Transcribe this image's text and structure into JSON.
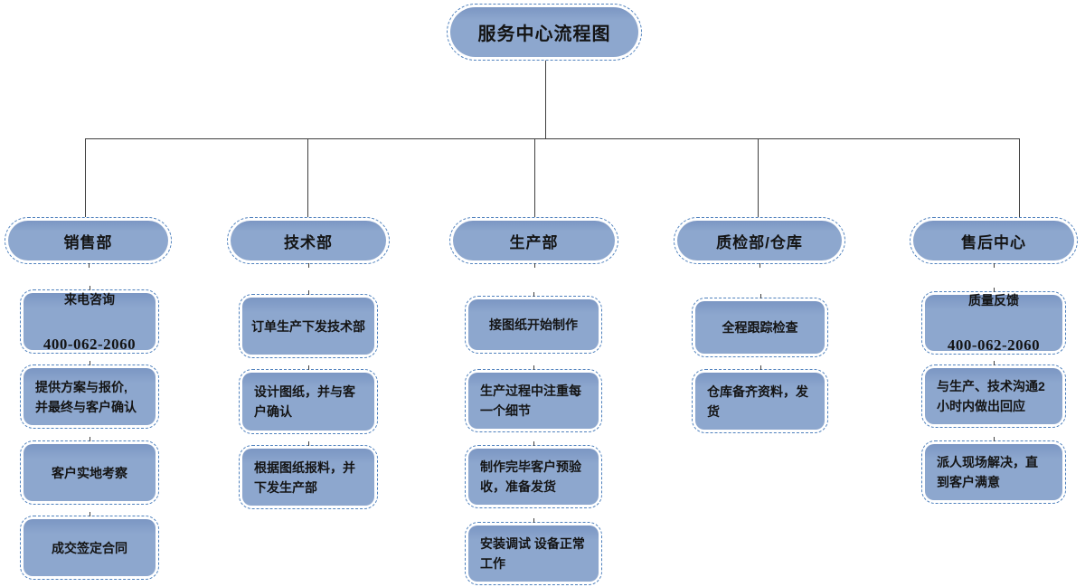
{
  "title": "服务中心流程图",
  "colors": {
    "node_fill": "#8da7ce",
    "node_fill_dark": "#7b96c3",
    "dash_color": "#4f81bd",
    "line_color": "#3f3f3f"
  },
  "columns": [
    {
      "header": "销售部",
      "items": [
        {
          "label": "来电咨询",
          "phone": "400-062-2060"
        },
        {
          "text": "提供方案与报价,\n并最终与客户确认"
        },
        {
          "text": "客户实地考察"
        },
        {
          "text": "成交签定合同"
        }
      ]
    },
    {
      "header": "技术部",
      "items": [
        {
          "text": "订单生产下发技术部"
        },
        {
          "text": "设计图纸，并与客\n户确认"
        },
        {
          "text": "根据图纸报料，并\n下发生产部"
        }
      ]
    },
    {
      "header": "生产部",
      "items": [
        {
          "text": "接图纸开始制作"
        },
        {
          "text": "生产过程中注重每\n一个细节"
        },
        {
          "text": "制作完毕客户预验\n收，准备发货"
        },
        {
          "text": "安装调试 设备正常\n工作"
        }
      ]
    },
    {
      "header": "质检部/仓库",
      "items": [
        {
          "text": "全程跟踪检查"
        },
        {
          "text": "仓库备齐资料，发\n货"
        }
      ]
    },
    {
      "header": "售后中心",
      "items": [
        {
          "label": "质量反馈",
          "phone": "400-062-2060"
        },
        {
          "text": "与生产、技术沟通2\n小时内做出回应"
        },
        {
          "text": "派人现场解决，直\n到客户满意"
        }
      ]
    }
  ]
}
